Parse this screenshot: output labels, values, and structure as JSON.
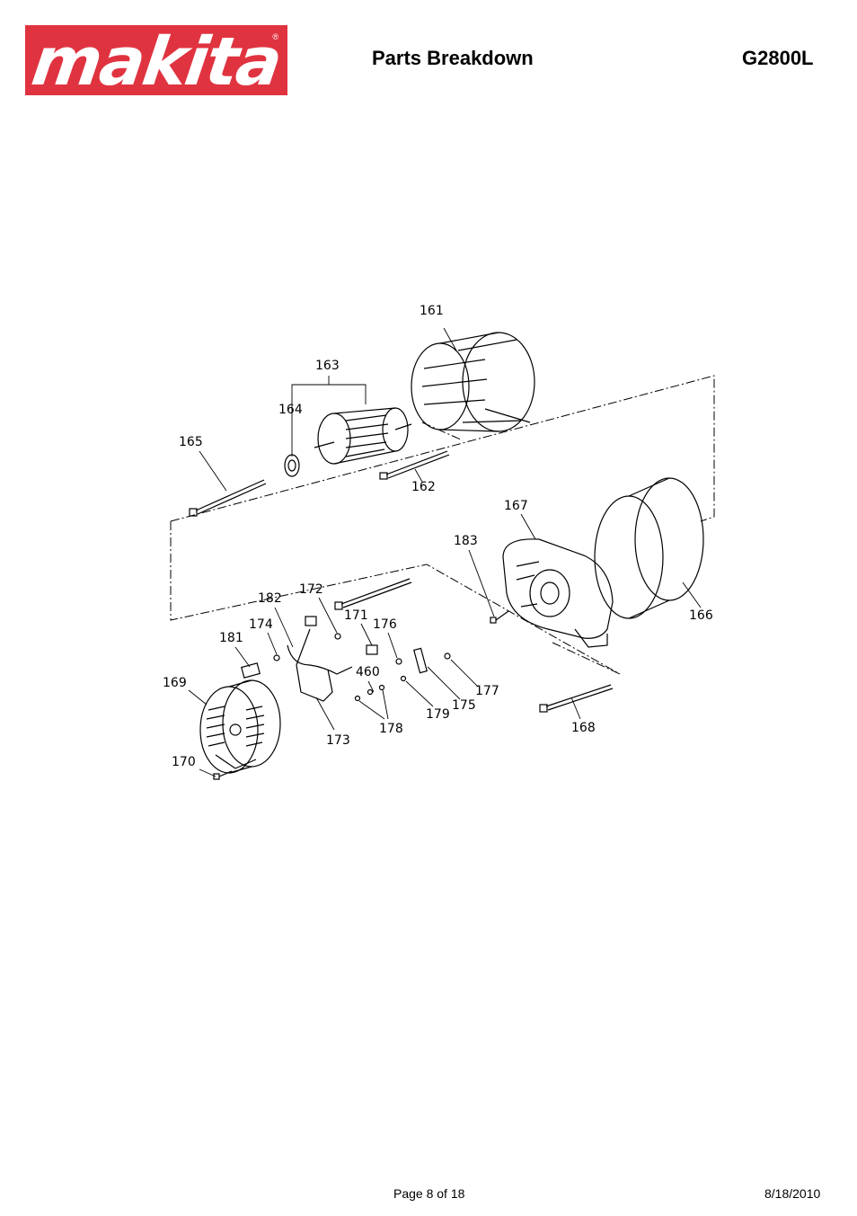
{
  "header": {
    "logo": "makita",
    "logo_mark": "®",
    "title": "Parts Breakdown",
    "model": "G2800L"
  },
  "diagram": {
    "callouts": [
      "161",
      "163",
      "164",
      "165",
      "162",
      "167",
      "183",
      "166",
      "172",
      "182",
      "171",
      "176",
      "174",
      "181",
      "460",
      "169",
      "177",
      "175",
      "179",
      "178",
      "173",
      "168",
      "170"
    ]
  },
  "footer": {
    "page": "Page 8 of 18",
    "date": "8/18/2010"
  },
  "colors": {
    "brand_red": "#e03340"
  }
}
